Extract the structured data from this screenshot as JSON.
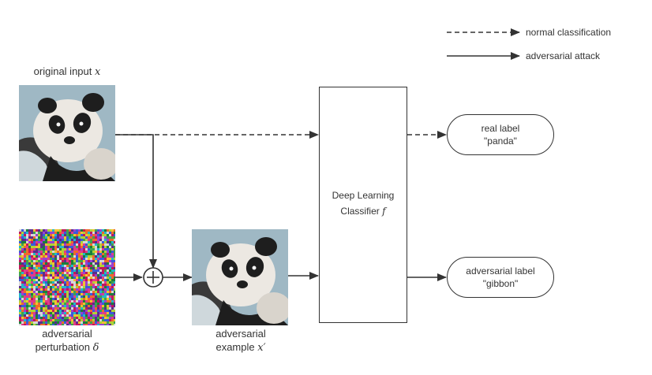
{
  "legend": {
    "dashed_label": "normal classification",
    "solid_label": "adversarial attack"
  },
  "labels": {
    "original_input": "original input",
    "original_var": "x",
    "perturbation_line1": "adversarial",
    "perturbation_line2": "perturbation",
    "perturbation_var": "δ",
    "example_line1": "adversarial",
    "example_line2": "example",
    "example_var": "x′"
  },
  "classifier": {
    "line1": "Deep Learning",
    "line2": "Classifier",
    "var": "f"
  },
  "outputs": {
    "real_line1": "real label",
    "real_line2": "\"panda\"",
    "adv_line1": "adversarial label",
    "adv_line2": "\"gibbon\""
  },
  "colors": {
    "line": "#333333",
    "panda_bg": "#9fb8c4",
    "panda_white": "#ece8e2",
    "panda_black": "#1e1e1e"
  },
  "icons": {
    "plus": "circle-plus-icon",
    "panda": "panda-photo",
    "noise": "noise-pattern"
  }
}
